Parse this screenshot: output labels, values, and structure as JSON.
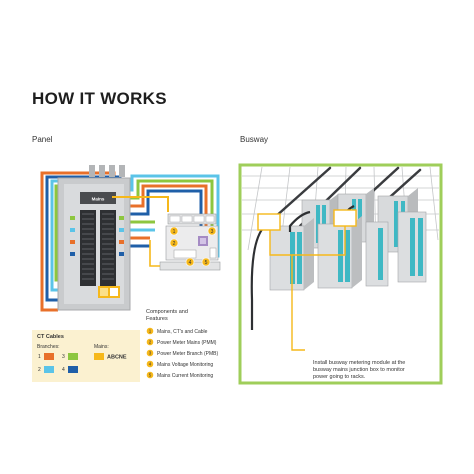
{
  "page": {
    "title": "HOW IT WORKS",
    "panel_label": "Panel",
    "busway_label": "Busway"
  },
  "panel": {
    "mains_label": "Mains",
    "components_heading": "Components and Features",
    "components": [
      {
        "num": "1",
        "label": "Mains, CT's and Cable"
      },
      {
        "num": "2",
        "label": "Power Meter Mains (PMM)"
      },
      {
        "num": "3",
        "label": "Power Meter Branch (PMB)"
      },
      {
        "num": "4",
        "label": "Mains Voltage Monitoring"
      },
      {
        "num": "5",
        "label": "Mains Current Monitoring"
      }
    ]
  },
  "legend": {
    "title": "CT Cables",
    "branches_label": "Branches:",
    "mains_label": "Mains:",
    "branches": [
      {
        "num": "1",
        "color": "#e8702a"
      },
      {
        "num": "3",
        "color": "#8dc63f"
      },
      {
        "num": "2",
        "color": "#5bc4e8"
      },
      {
        "num": "4",
        "color": "#1f5fa8"
      }
    ],
    "mains": {
      "label": "ABCNE",
      "color": "#f6b81a"
    }
  },
  "busway": {
    "caption_line1": "Install busway metering module at the",
    "caption_line2": "busway mains junction box to monitor",
    "caption_line3": "power going to racks."
  },
  "colors": {
    "orange": "#e8702a",
    "green": "#8dc63f",
    "light_blue": "#5bc4e8",
    "dark_blue": "#1f5fa8",
    "yellow": "#f6b81a",
    "border_green": "#9fce5a",
    "legend_bg": "#fbf1d0",
    "panel_gray": "#c9cbcd"
  }
}
